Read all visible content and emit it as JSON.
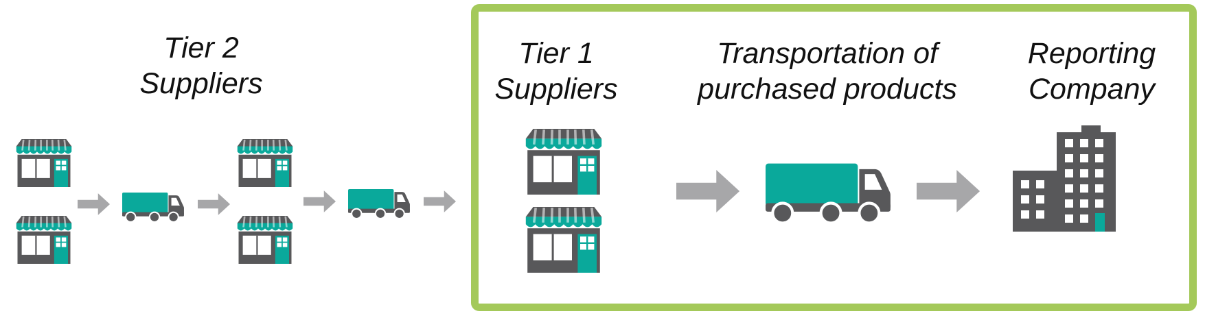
{
  "colors": {
    "teal": "#0aa99b",
    "dark": "#58585a",
    "arrow": "#a7a7a9",
    "frame": "#a4c95a",
    "white": "#ffffff"
  },
  "icons": {
    "store": "store-icon",
    "truck": "truck-icon",
    "arrow": "arrow-right-icon",
    "building": "office-building-icon"
  },
  "labels": {
    "tier2": {
      "line1": "Tier 2",
      "line2": "Suppliers"
    },
    "tier1": {
      "line1": "Tier 1",
      "line2": "Suppliers"
    },
    "transport": {
      "line1": "Transportation of",
      "line2": "purchased products"
    },
    "reporting": {
      "line1": "Reporting",
      "line2": "Company"
    }
  }
}
